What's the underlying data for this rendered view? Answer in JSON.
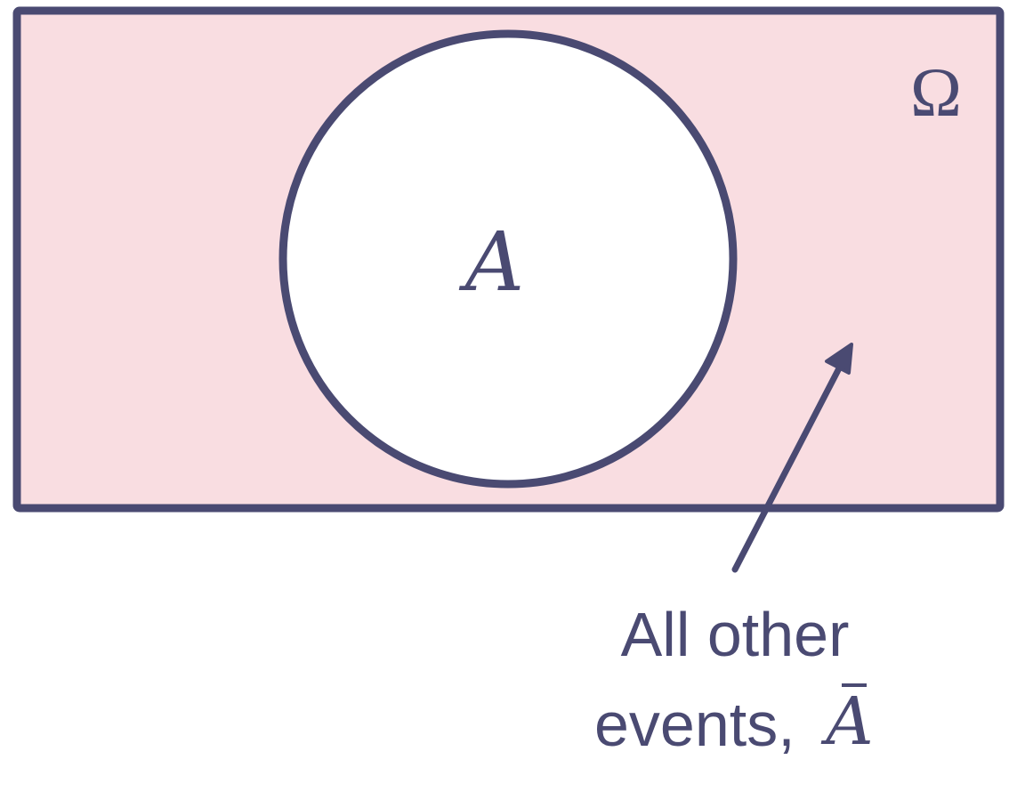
{
  "diagram": {
    "universe_label": "Ω",
    "set_label": "A",
    "complement_caption": {
      "line1": "All other",
      "line2_text": "events,",
      "line2_symbol": "A"
    }
  },
  "colors": {
    "stroke": "#4a4a72",
    "universe_fill": "#f9dde1",
    "set_fill": "#ffffff"
  }
}
